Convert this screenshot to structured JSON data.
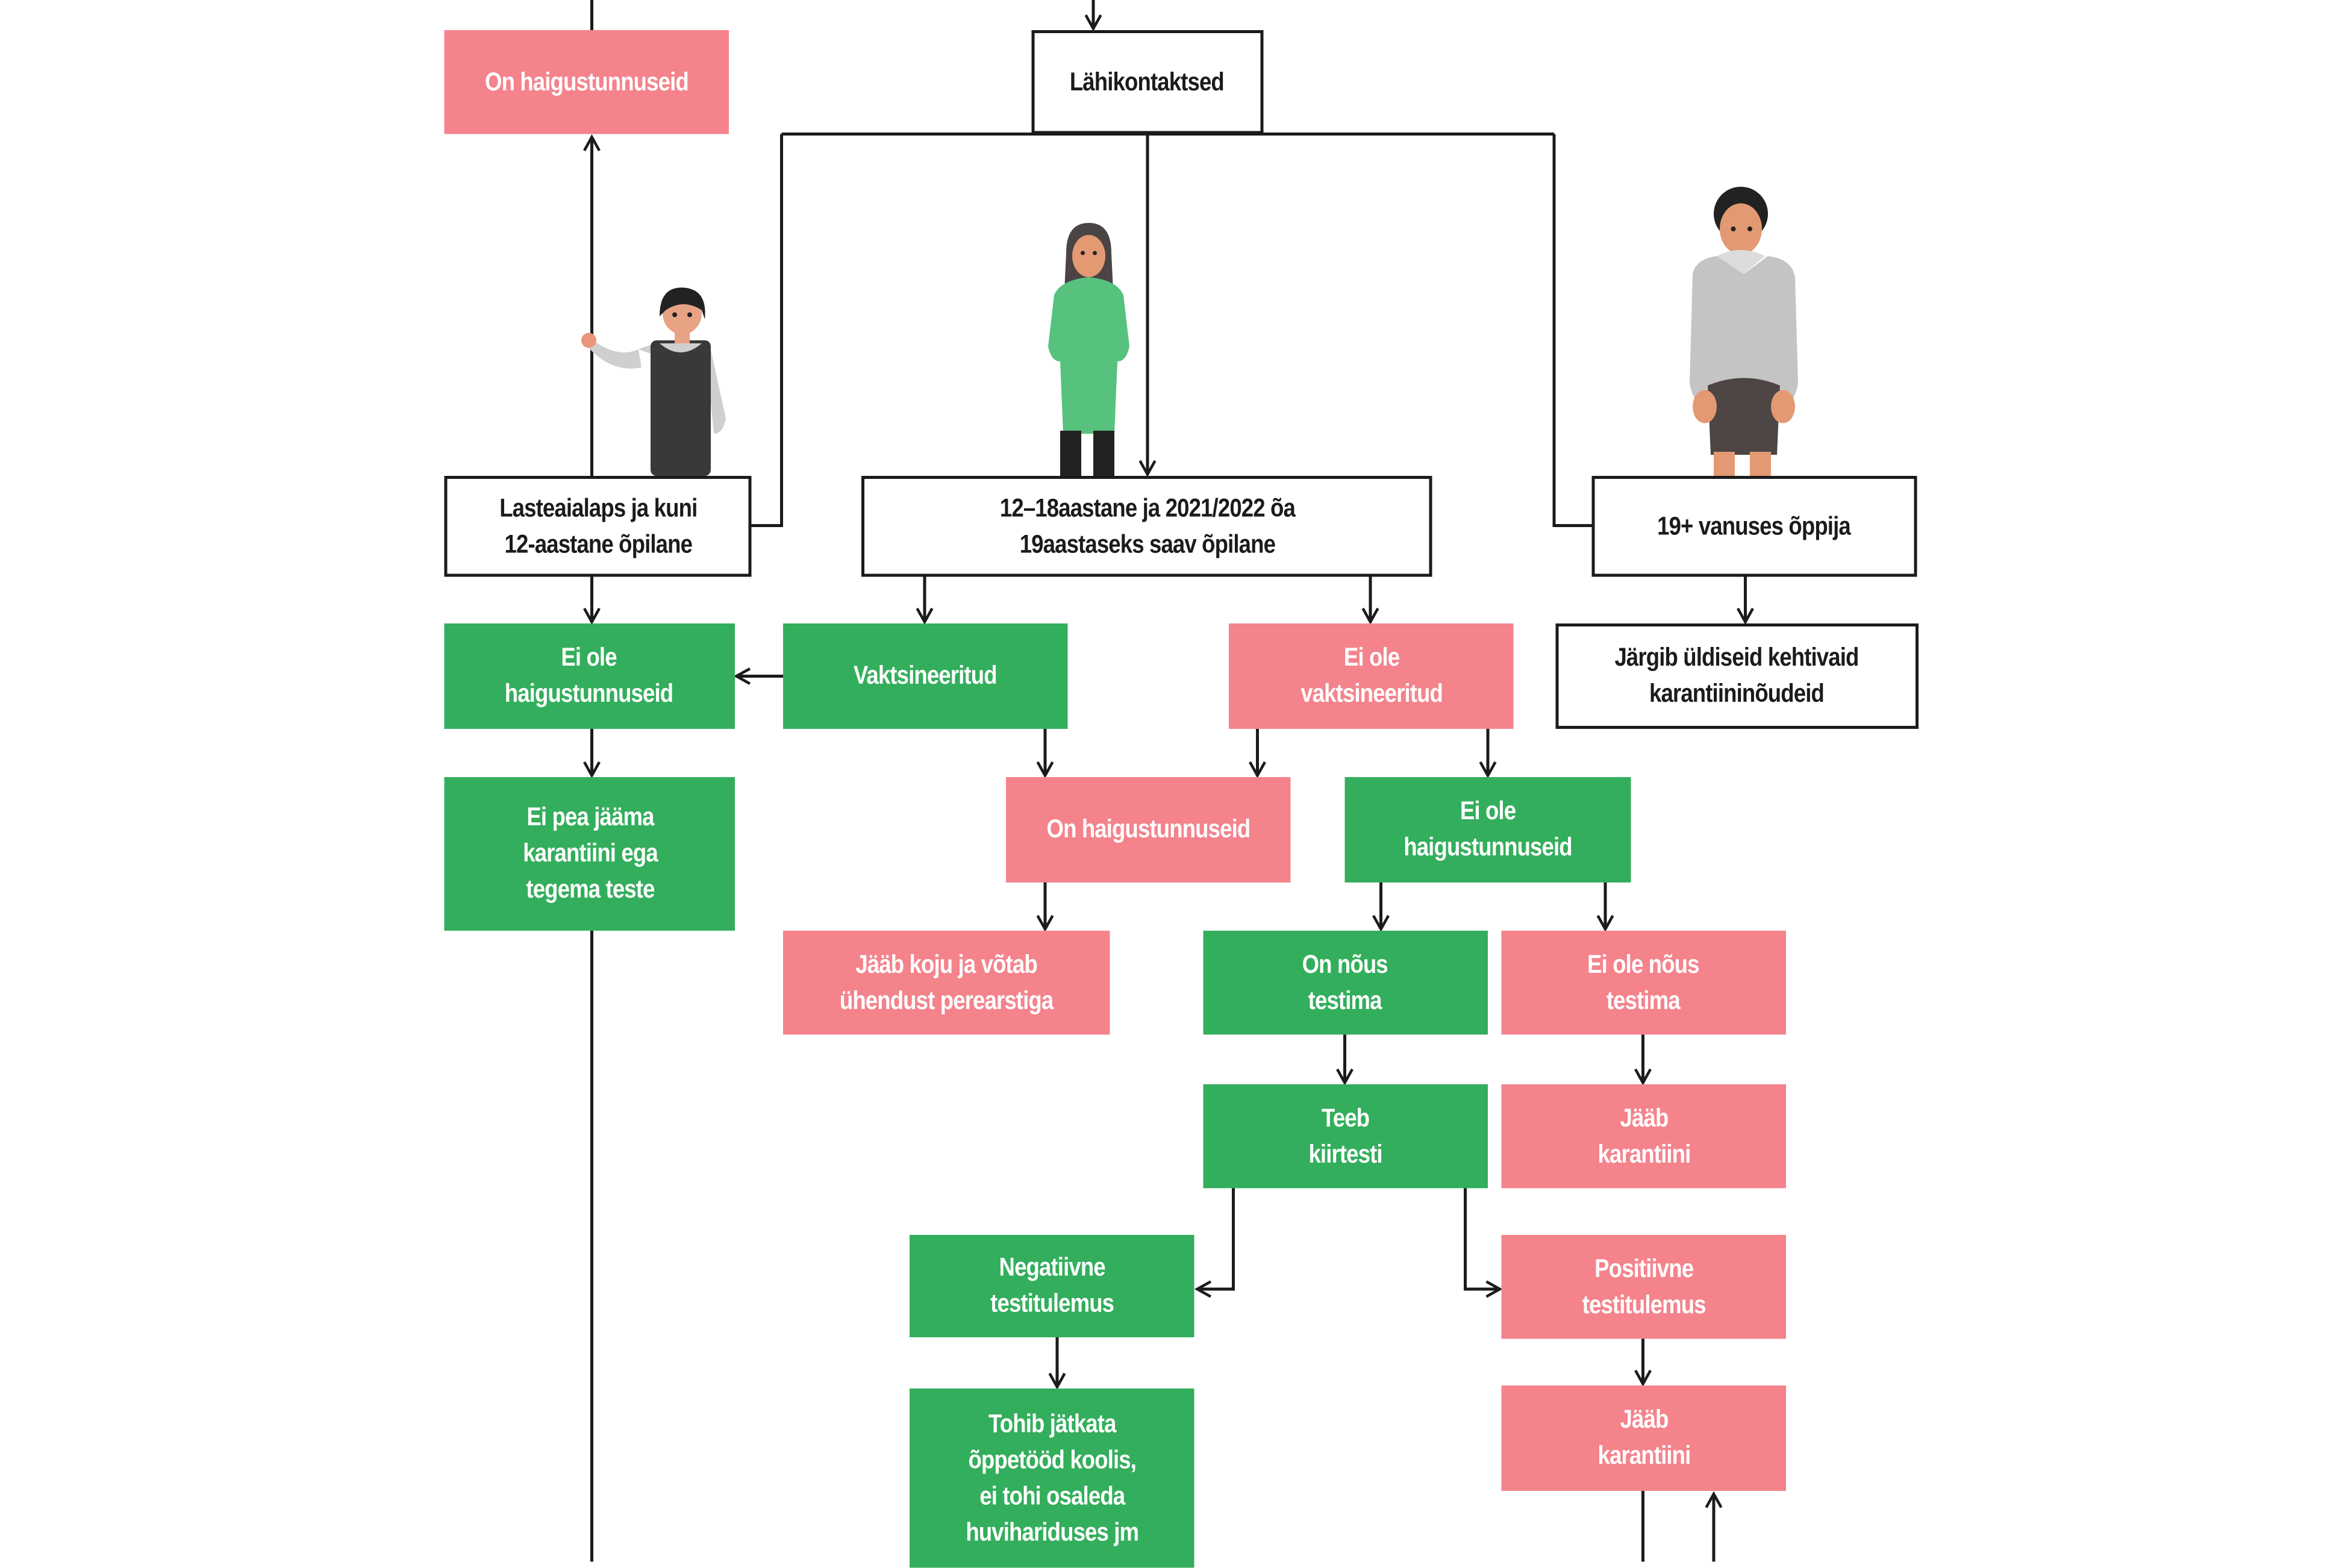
{
  "colors": {
    "positive_green": "#33ae5c",
    "negative_pink": "#f4838c",
    "neutral_white": "#ffffff",
    "line": "#1b1b1b"
  },
  "nodes": {
    "top_symptoms": "On haigustunnuseid",
    "close_contacts": "Lähikontaktsed",
    "group_child": "Lasteaialaps ja kuni\n12-aastane õpilane",
    "group_teen": "12–18aastane ja 2021/2022 õa\n19aastaseks saav õpilane",
    "group_adult": "19+ vanuses õppija",
    "child_no_symptoms": "Ei ole\nhaigustunnuseid",
    "vaccinated": "Vaktsineeritud",
    "not_vaccinated": "Ei ole\nvaktsineeritud",
    "adult_rules": "Järgib üldiseid kehtivaid\nkarantiininõudeid",
    "no_quarantine": "Ei pea jääma\nkarantiini ega\ntegema teste",
    "has_symptoms": "On haigustunnuseid",
    "no_symptoms": "Ei ole\nhaigustunnuseid",
    "stay_home": "Jääb koju ja võtab\nühendust perearstiga",
    "agrees_test": "On nõus\ntestima",
    "refuses_test": "Ei ole nõus\ntestima",
    "rapid_test": "Teeb\nkiirtesti",
    "quarantine_1": "Jääb\nkarantiini",
    "negative_result": "Negatiivne\ntestitulemus",
    "positive_result": "Positiivne\ntestitulemus",
    "may_continue": "Tohib jätkata\nõppetööd koolis,\nei tohi osaleda\nhuvihariduses jm",
    "quarantine_2": "Jääb\nkarantiini"
  },
  "illustrations": {
    "child": "child-figure",
    "teen": "teen-figure",
    "adult": "adult-figure"
  }
}
